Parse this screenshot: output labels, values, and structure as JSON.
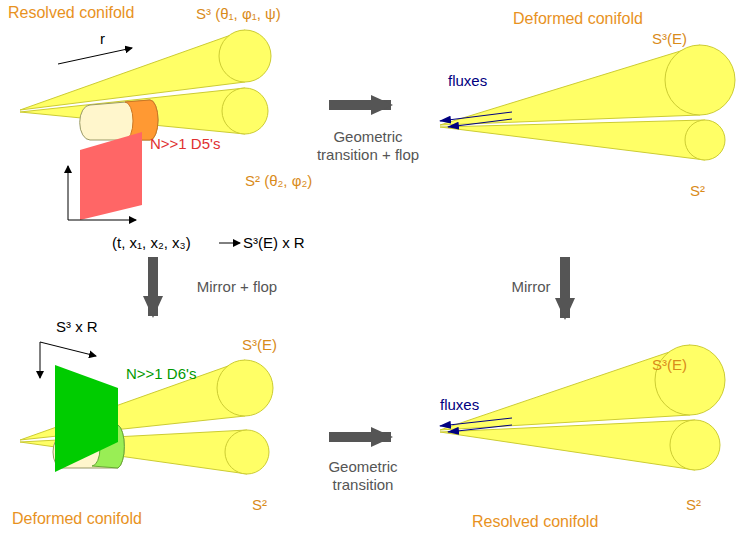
{
  "diagram": {
    "nodes": [
      {
        "text": [
          "Resolved conifold"
        ]
      },
      {
        "text": [
          "Deformed conifold"
        ]
      },
      {
        "text": [
          "Deformed conifold"
        ]
      },
      {
        "text": [
          "Resolved conifold"
        ]
      }
    ],
    "edges": [
      {
        "from": 0,
        "to": 1,
        "arrow": "to",
        "label": "Geometric transition + flop"
      },
      {
        "from": 0,
        "to": 2,
        "arrow": "to",
        "label": "Mirror + flop"
      },
      {
        "from": 1,
        "to": 3,
        "arrow": "to",
        "label": "Mirror"
      },
      {
        "from": 2,
        "to": 3,
        "arrow": "to",
        "label": "Geometric transition"
      }
    ],
    "labels": [
      "S³ (θ₁, φ₁, ψ)",
      "r",
      "N>>1 D5's",
      "S² (θ₂, φ₂)",
      "(t, x₁, x₂, x₃)",
      "S³(E) x R",
      "S³(E)",
      "fluxes",
      "S²",
      "S³ x R",
      "N>>1 D6's",
      "S³(E)",
      "S²",
      "S³(E)",
      "fluxes",
      "S²"
    ]
  }
}
